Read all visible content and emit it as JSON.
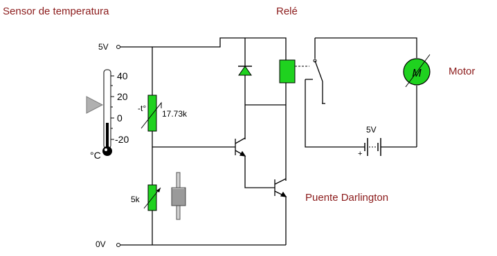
{
  "titles": {
    "sensor": "Sensor de temperatura",
    "relay": "Relé",
    "motor": "Motor",
    "darlington": "Puente Darlington"
  },
  "supply": {
    "vcc": "5V",
    "gnd": "0V",
    "battery": "5V",
    "battery_plus": "+"
  },
  "thermometer": {
    "scale": [
      "40",
      "20",
      "0",
      "-20"
    ],
    "unit": "°C"
  },
  "thermistor": {
    "symbol": "-t°",
    "value": "17.73k"
  },
  "potentiometer": {
    "value": "5k"
  },
  "motor_symbol": "M",
  "colors": {
    "title": "#8b1a1a",
    "component": "#1fd21f",
    "wire": "#000000",
    "slider": "#9a9a9a"
  }
}
